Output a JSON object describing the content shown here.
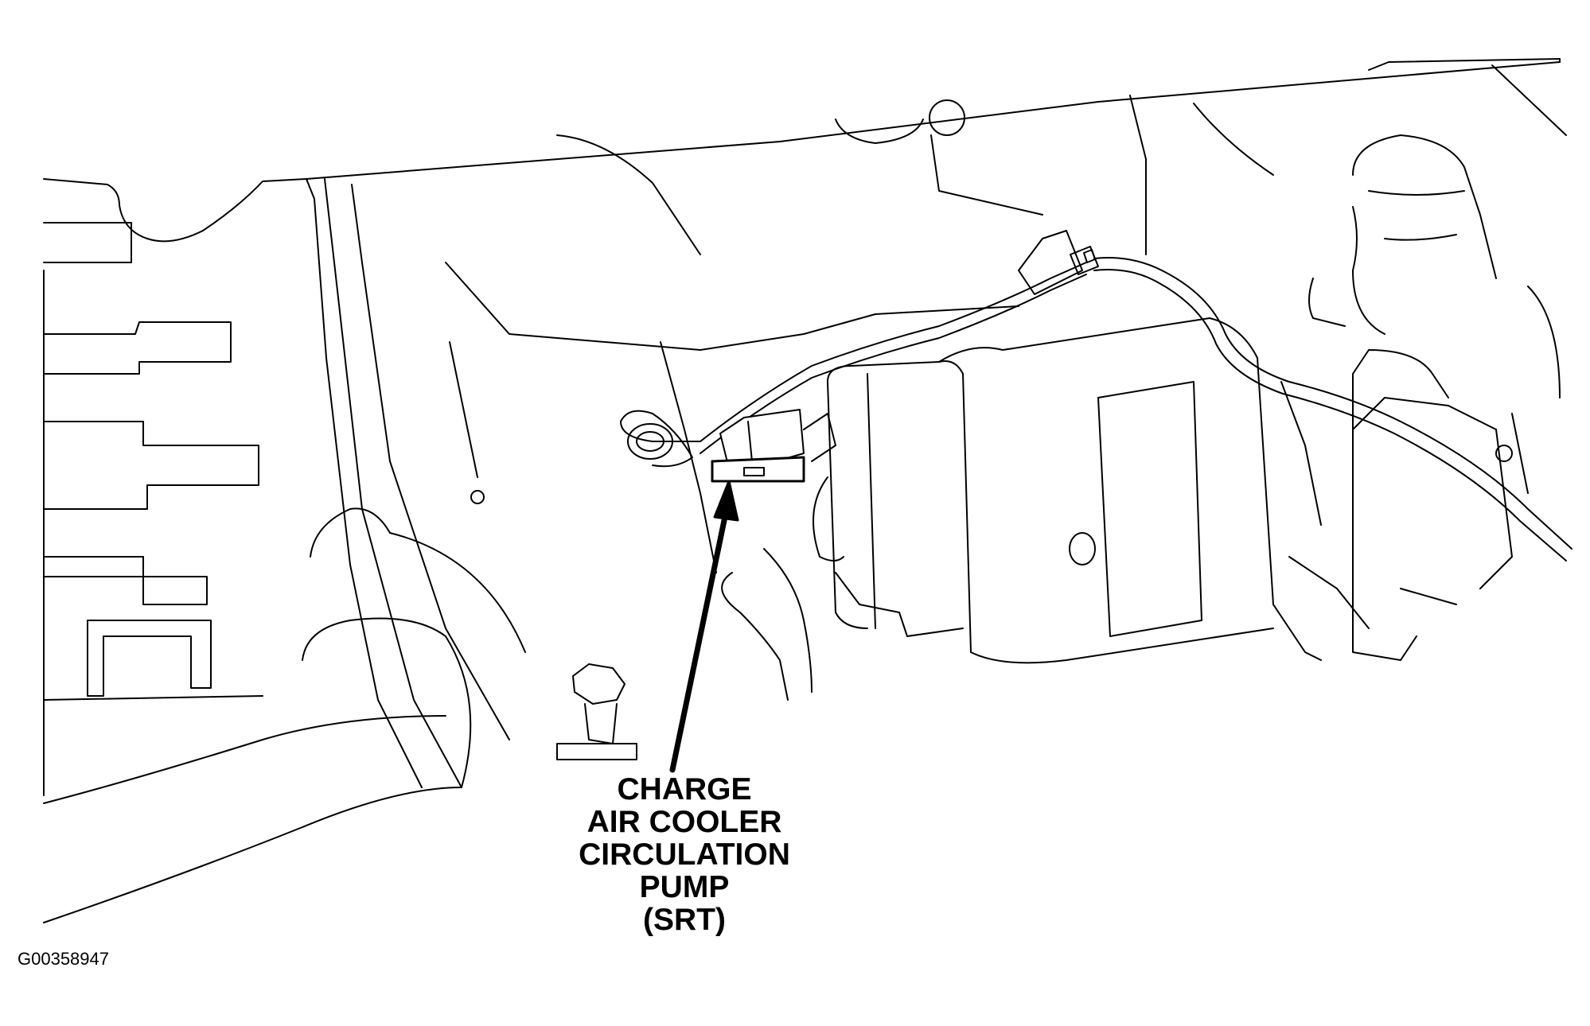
{
  "figure": {
    "label_lines": [
      "CHARGE",
      "AIR COOLER",
      "CIRCULATION",
      "PUMP",
      "(SRT)"
    ],
    "figure_id": "G00358947"
  },
  "colors": {
    "line": "#000000",
    "fill": "#ffffff"
  },
  "icons": {
    "pointer": "arrow-up-icon"
  }
}
